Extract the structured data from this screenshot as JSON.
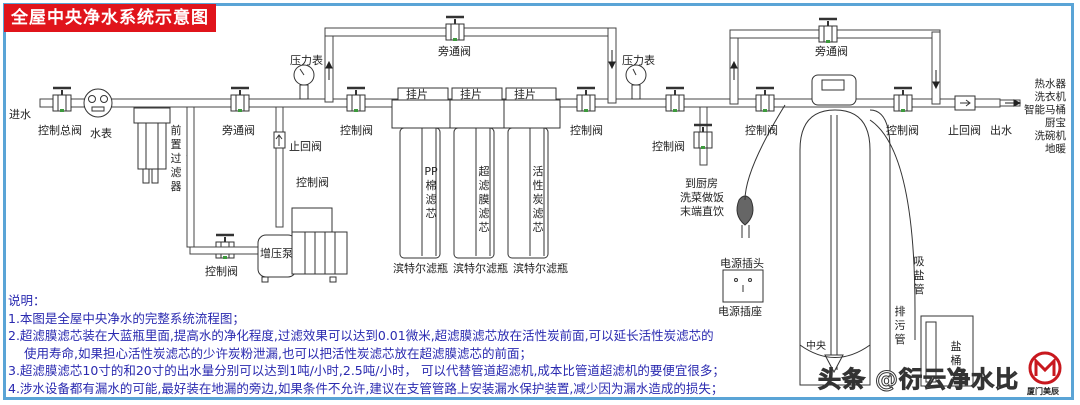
{
  "title": "全屋中央净水系统示意图",
  "labels": {
    "inlet": "进水",
    "main_control_valve": "控制总阀",
    "water_meter": "水表",
    "prefilter": "前置过滤器",
    "bypass_valve_1": "旁通阀",
    "pressure_gauge_1": "压力表",
    "control_valve_1": "控制阀",
    "check_valve_1": "止回阀",
    "control_valve_2": "控制阀",
    "control_valve_3": "控制阀",
    "booster_pump": "增压泵",
    "bypass_valve_2": "旁通阀",
    "hanger_1": "挂片",
    "hanger_2": "挂片",
    "hanger_3": "挂片",
    "filter_1": "PP棉滤芯",
    "filter_2": "超滤膜滤芯",
    "filter_3": "活性炭滤芯",
    "housing_1": "滨特尔滤瓶",
    "housing_2": "滨特尔滤瓶",
    "housing_3": "滨特尔滤瓶",
    "control_valve_4": "控制阀",
    "pressure_gauge_2": "压力表",
    "control_valve_5": "控制阀",
    "kitchen_line": [
      "到厨房",
      "洗菜做饭",
      "末端直饮"
    ],
    "power_plug": "电源插头",
    "power_socket": "电源插座",
    "bypass_valve_3": "旁通阀",
    "control_valve_6": "控制阀",
    "control_valve_7": "控制阀",
    "check_valve_2": "止回阀",
    "outlet": "出水",
    "appliances": [
      "热水器",
      "洗衣机",
      "智能马桶",
      "厨宝",
      "洗碗机",
      "地暖"
    ],
    "brine_tube": "吸盐管",
    "drain_tube": "排污管",
    "salt_tank": "盐桶",
    "softener_tank": "中央"
  },
  "notes": {
    "heading": "说明：",
    "items": [
      "1.本图是全屋中央净水的完整系统流程图；",
      "2.超滤膜滤芯装在大蓝瓶里面,提高水的净化程度,过滤效果可以达到0.01微米,超滤膜滤芯放在活性炭前面,可以延长活性炭滤芯的",
      "使用寿命,如果担心活性炭滤芯的少许炭粉泄漏,也可以把活性炭滤芯放在超滤膜滤芯的前面；",
      "3.超滤膜滤芯10寸的和20寸的出水量分别可以达到1吨/小时,2.5吨/小时， 可以代替管道超滤机,成本比管道超滤机的要便宜很多；",
      "4.涉水设备都有漏水的可能,最好装在地漏的旁边,如果条件不允许,建议在支管管路上安装漏水保护装置,减少因为漏水造成的损失；"
    ]
  },
  "watermark": "头条 @衍云净水比",
  "logo_text": "厦门美辰",
  "colors": {
    "frame": "#5aa4d6",
    "title_bg": "#e0141b",
    "notes_text": "#2a2ab0"
  }
}
